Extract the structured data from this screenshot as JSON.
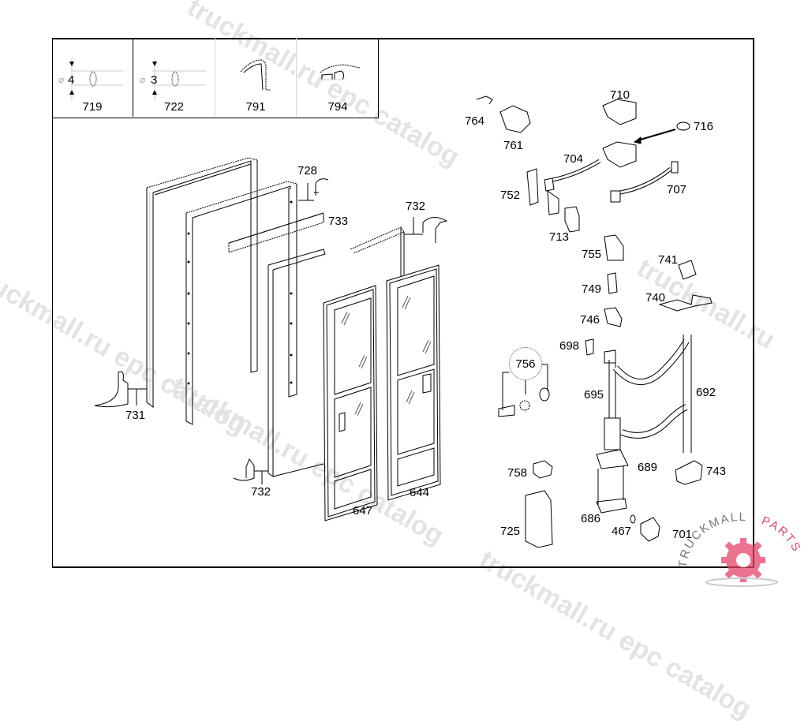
{
  "diagram": {
    "title": "Exploded parts diagram — door frames, doors and hinge mechanism",
    "legend_cells": [
      {
        "part": "719",
        "dimension": "4",
        "icon": "round-seal-profile-icon"
      },
      {
        "part": "722",
        "dimension": "3",
        "icon": "round-seal-profile-icon"
      },
      {
        "part": "791",
        "icon": "hook-profile-icon"
      },
      {
        "part": "794",
        "icon": "t-profile-icon"
      }
    ],
    "diameter_symbol": "⌀",
    "part_labels": {
      "p728": "728",
      "p733": "733",
      "p732a": "732",
      "p732b": "732",
      "p731": "731",
      "p647": "647",
      "p644": "644",
      "p764": "764",
      "p761": "761",
      "p710": "710",
      "p716": "716",
      "p704": "704",
      "p707": "707",
      "p752": "752",
      "p713": "713",
      "p755": "755",
      "p741": "741",
      "p749": "749",
      "p740": "740",
      "p746": "746",
      "p698": "698",
      "p756": "756",
      "p695": "695",
      "p692": "692",
      "p689": "689",
      "p743": "743",
      "p758": "758",
      "p686": "686",
      "p725": "725",
      "p467": "467",
      "p701": "701"
    },
    "watermarks": [
      "truckmall.ru epc catalog",
      "truckmall.ru epc catalog",
      "truckmall.ru epc catalog",
      "truckmall.ru epc catalog"
    ],
    "logo": {
      "text": "TRUCKMALLPARTS",
      "brand_color": "#e6456b"
    }
  }
}
